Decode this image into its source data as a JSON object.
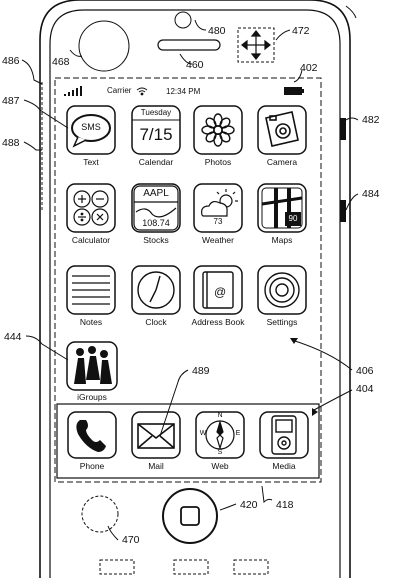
{
  "status_bar": {
    "carrier": "Carrier",
    "time": "12:34 PM"
  },
  "apps": [
    {
      "label": "Text",
      "icon": "text-sms-icon"
    },
    {
      "label": "Calendar",
      "icon": "calendar-icon"
    },
    {
      "label": "Photos",
      "icon": "photos-flower-icon"
    },
    {
      "label": "Camera",
      "icon": "camera-icon"
    },
    {
      "label": "Calculator",
      "icon": "calculator-icon"
    },
    {
      "label": "Stocks",
      "icon": "stocks-icon"
    },
    {
      "label": "Weather",
      "icon": "weather-icon"
    },
    {
      "label": "Maps",
      "icon": "maps-icon"
    },
    {
      "label": "Notes",
      "icon": "notes-icon"
    },
    {
      "label": "Clock",
      "icon": "clock-icon"
    },
    {
      "label": "Address Book",
      "icon": "address-book-icon"
    },
    {
      "label": "Settings",
      "icon": "settings-icon"
    },
    {
      "label": "iGroups",
      "icon": "igroups-people-icon"
    }
  ],
  "dock": [
    {
      "label": "Phone",
      "icon": "phone-handset-icon"
    },
    {
      "label": "Mail",
      "icon": "mail-envelope-icon"
    },
    {
      "label": "Web",
      "icon": "compass-web-icon"
    },
    {
      "label": "Media",
      "icon": "media-player-icon"
    }
  ],
  "icon_text": {
    "sms": "SMS",
    "calendar_day": "Tuesday",
    "calendar_date": "7/15",
    "stocks_ticker": "AAPL",
    "stocks_price": "108.74",
    "weather_temp": "73",
    "maps_route": "90",
    "compass_n": "N",
    "compass_s": "S",
    "compass_e": "E",
    "compass_w": "W"
  },
  "reference_numerals": {
    "r402": "402",
    "r404": "404",
    "r406": "406",
    "r418": "418",
    "r420": "420",
    "r444": "444",
    "r460": "460",
    "r468": "468",
    "r470": "470",
    "r472": "472",
    "r480": "480",
    "r482": "482",
    "r484": "484",
    "r486": "486",
    "r487": "487",
    "r488": "488",
    "r489": "489"
  }
}
